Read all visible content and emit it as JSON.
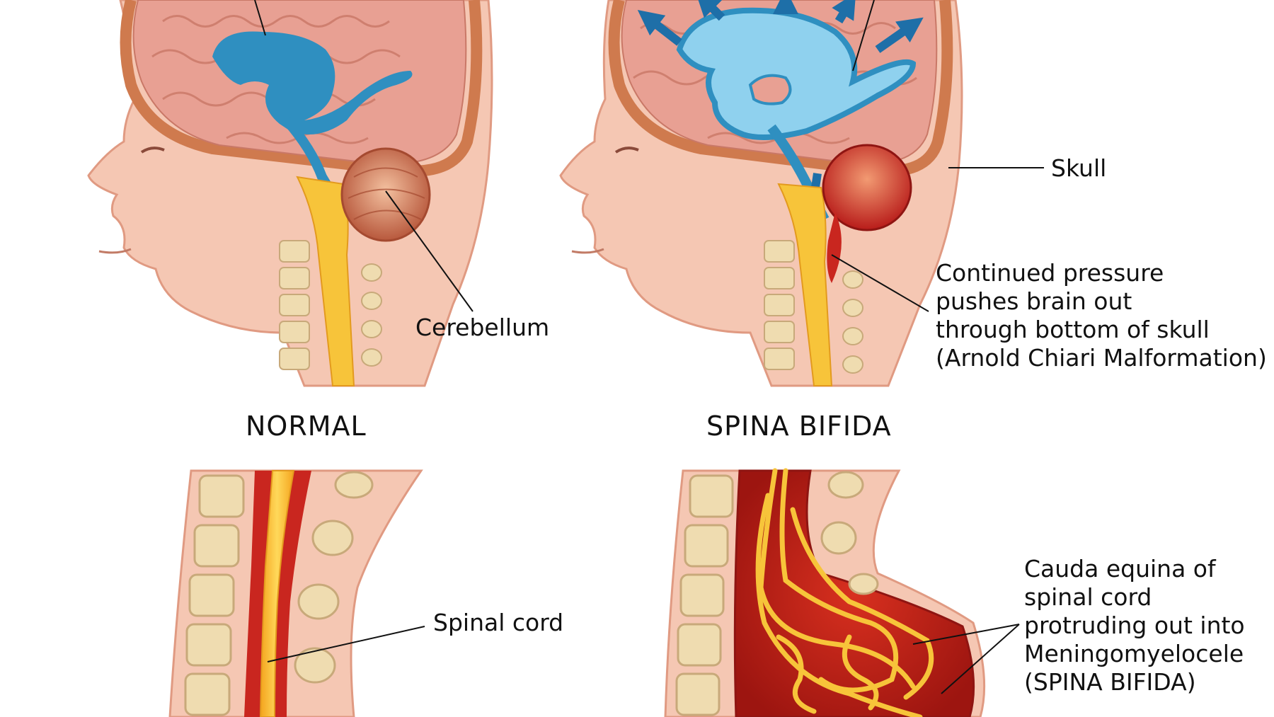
{
  "panels": {
    "normal": {
      "heading": "NORMAL"
    },
    "spina_bifida": {
      "heading": "SPINA BIFIDA"
    }
  },
  "labels": {
    "cerebellum": "Cerebellum",
    "skull": "Skull",
    "pressure_lines": [
      "Continued pressure",
      "pushes brain out",
      "through bottom of skull",
      "(Arnold Chiari Malformation)"
    ],
    "spinal_cord": "Spinal cord",
    "cauda_lines": [
      "Cauda equina of",
      "spinal cord",
      "protruding out into",
      "Meningomyelocele",
      "(SPINA BIFIDA)"
    ]
  },
  "colors": {
    "skin": "#f5c7b3",
    "skin_shadow": "#e8a690",
    "brain": "#e8a093",
    "ventricle_normal": "#2f8fc0",
    "ventricle_enlarged": "#8fd1ee",
    "cerebellum_normal": "#d98a6a",
    "cerebellum_herniated": "#d8322e",
    "spinal_cord": "#f7c43a",
    "csf_red": "#c9261f",
    "vertebra": "#efdcb0"
  },
  "icons": [
    "outward-arrow-icon"
  ]
}
